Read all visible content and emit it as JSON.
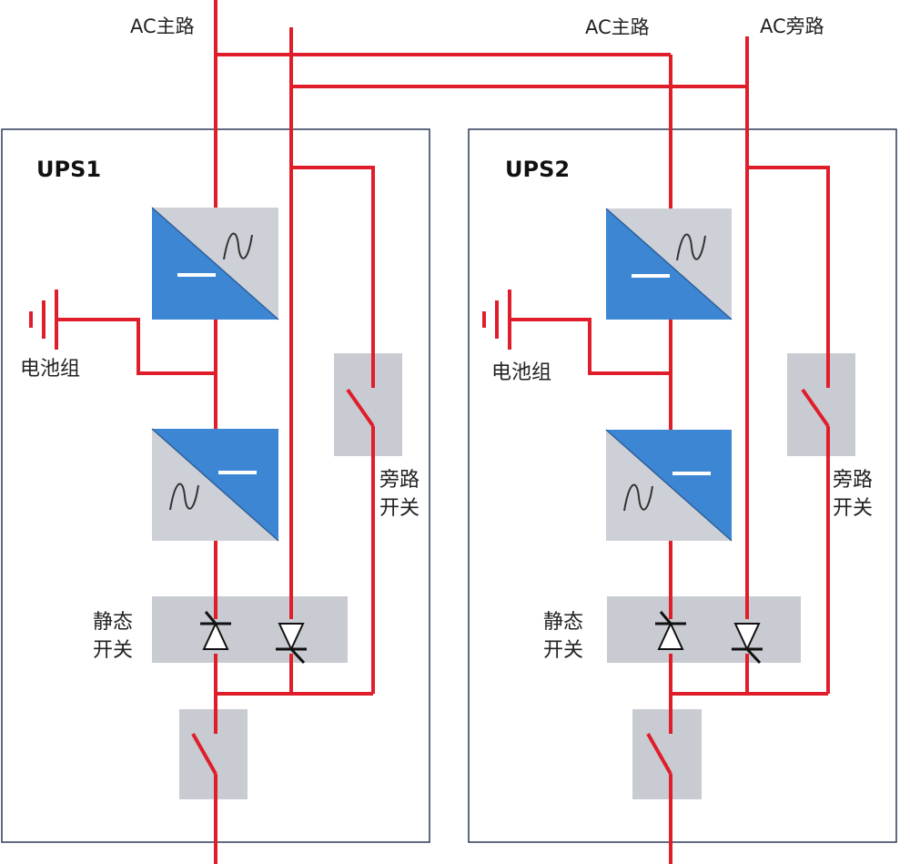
{
  "labels": {
    "ac_main_1": "AC主路",
    "ac_main_2": "AC主路",
    "ac_bypass": "AC旁路"
  },
  "ups1": {
    "title": "UPS1",
    "battery": "电池组",
    "bypass_switch_1": "旁路",
    "bypass_switch_2": "开关",
    "static_switch_1": "静态",
    "static_switch_2": "开关"
  },
  "ups2": {
    "title": "UPS2",
    "battery": "电池组",
    "bypass_switch_1": "旁路",
    "bypass_switch_2": "开关",
    "static_switch_1": "静态",
    "static_switch_2": "开关"
  },
  "colors": {
    "wire": "#e01e2b",
    "converter_blue": "#3d86d3",
    "converter_gray": "#cdd0d6",
    "switch_box": "#c8cbd1",
    "frame": "#2b3a55"
  }
}
